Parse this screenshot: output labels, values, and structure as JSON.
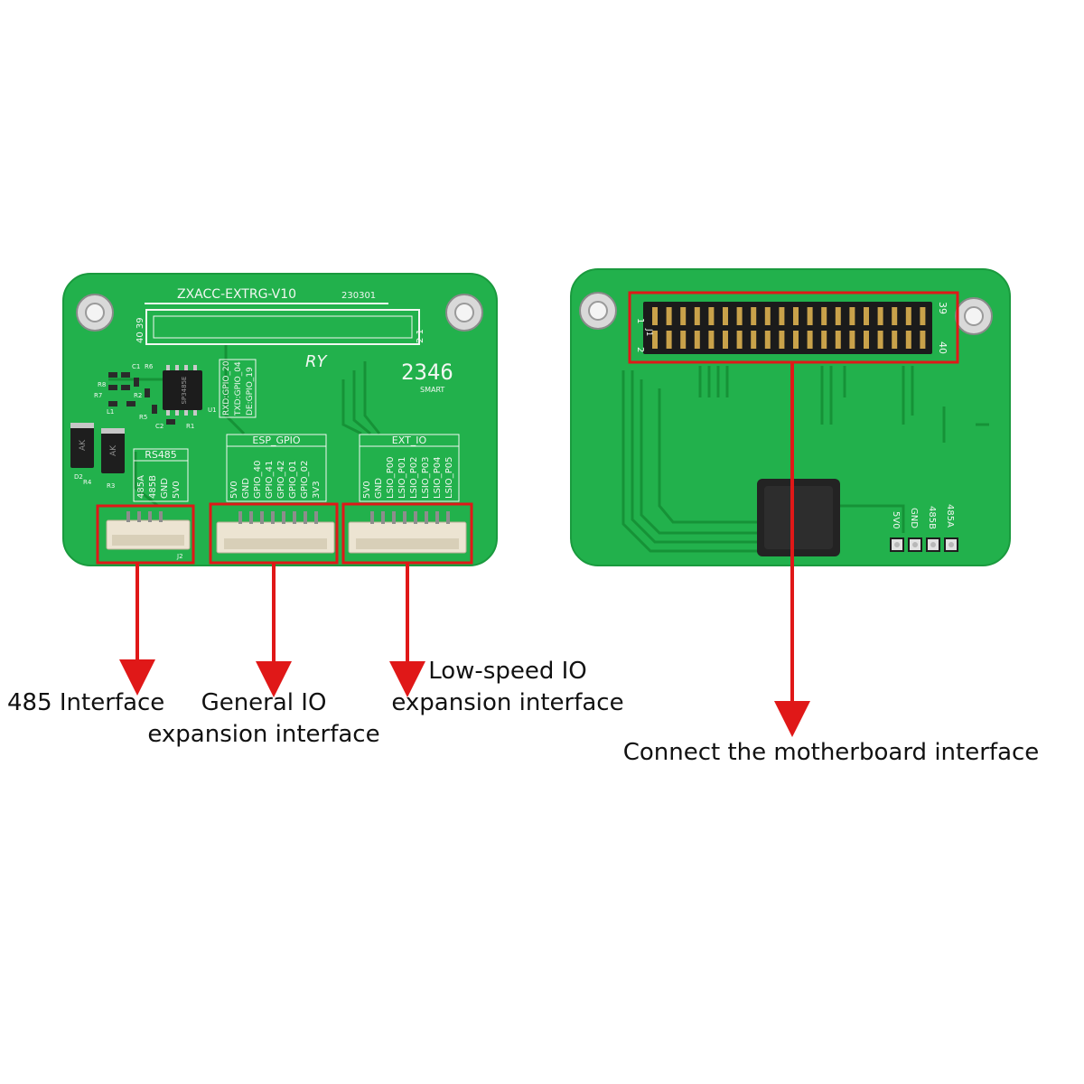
{
  "image": {
    "colors": {
      "pcb_green": "#22b14c",
      "pcb_dark": "#1a9a3e",
      "trace": "#169237",
      "silkscreen": "#f2f7f2",
      "highlight_red": "#e01818",
      "arrow_red": "#e01818",
      "connector_beige": "#ece4d2",
      "header_black": "#1b1b1b",
      "pin_gold": "#c9a24a"
    },
    "front_board": {
      "board_name": "ZXACC-EXTRG-V10",
      "date_code": "230301",
      "logo_ry": "RY",
      "logo_number": "2346",
      "logo_smart": "SMART",
      "header_pin_labels": {
        "top_left": "40 39",
        "top_right": "2 1"
      },
      "chip_label": "SP3485E",
      "diode_mark": "AK",
      "uart_labels": [
        "RXD:GPIO_20",
        "TXD:GPIO_04",
        "DE:GPIO_19"
      ],
      "component_refs": [
        "C1",
        "R6",
        "R7",
        "R8",
        "R2",
        "L1",
        "R5",
        "R1",
        "C2",
        "U1",
        "D2",
        "R4",
        "R3",
        "J2"
      ],
      "rs485": {
        "title": "RS485",
        "pins": [
          "485A",
          "485B",
          "GND",
          "5V0"
        ]
      },
      "esp_gpio": {
        "title": "ESP_GPIO",
        "pins": [
          "5V0",
          "GND",
          "GPIO_40",
          "GPIO_41",
          "GPIO_42",
          "GPIO_01",
          "GPIO_02",
          "3V3"
        ]
      },
      "ext_io": {
        "title": "EXT_IO",
        "pins": [
          "5V0",
          "GND",
          "LSIO_P00",
          "LSIO_P01",
          "LSIO_P02",
          "LSIO_P03",
          "LSIO_P04",
          "LSIO_P05"
        ]
      }
    },
    "back_board": {
      "header_pin_labels": {
        "left_top": "1",
        "left_bottom": "2",
        "right_top": "39",
        "right_bottom": "40",
        "ref": "J1"
      },
      "pad_labels": [
        "5V0",
        "GND",
        "485B",
        "485A"
      ]
    },
    "captions": {
      "rs485": "485 Interface",
      "general_io_line1": "General IO",
      "general_io_line2": "expansion interface",
      "low_speed_line1": "Low-speed IO",
      "low_speed_line2": "expansion interface",
      "motherboard": "Connect the motherboard interface"
    }
  }
}
